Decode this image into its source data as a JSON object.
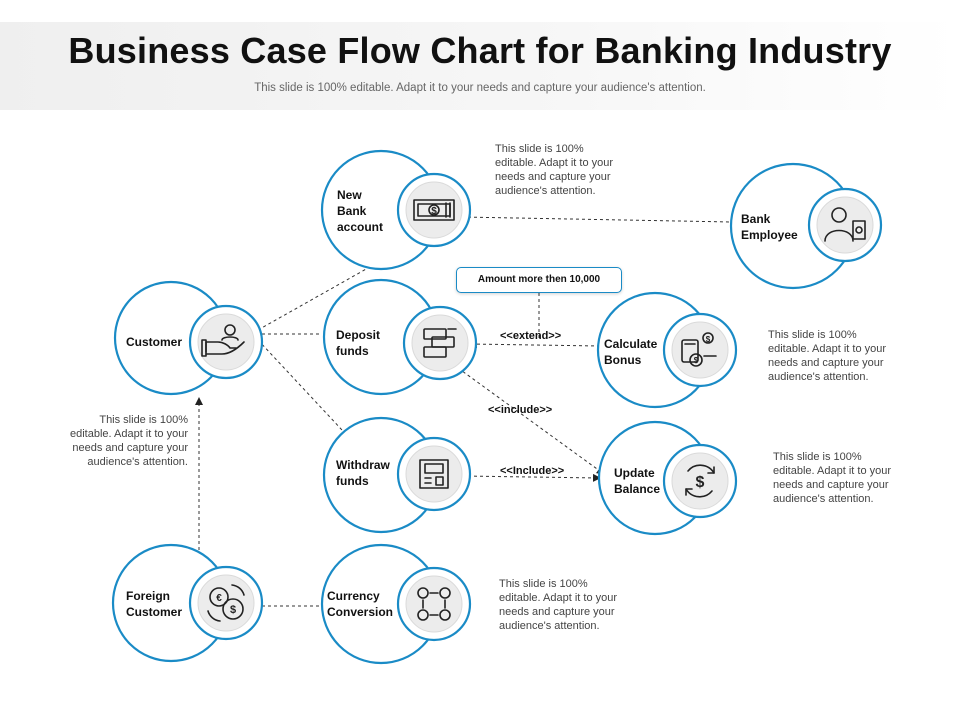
{
  "title": "Business Case Flow Chart for Banking Industry",
  "subtitle": "This slide is 100% editable. Adapt it to your needs and capture your audience's attention.",
  "accent_color": "#1a8bc6",
  "nodes": {
    "customer": {
      "label": "Customer",
      "icon": "hand-receiving-money-icon"
    },
    "foreign_customer": {
      "label": "Foreign\nCustomer",
      "icon": "currency-exchange-coins-icon"
    },
    "new_bank_account": {
      "label": "New\nBank\naccount",
      "icon": "banknote-icon"
    },
    "deposit_funds": {
      "label": "Deposit\nfunds",
      "icon": "deposit-cash-icon"
    },
    "withdraw_funds": {
      "label": "Withdraw\nfunds",
      "icon": "atm-icon"
    },
    "currency_conversion": {
      "label": "Currency\nConversion",
      "icon": "currency-conversion-icon"
    },
    "bank_employee": {
      "label": "Bank\nEmployee",
      "icon": "bank-employee-icon"
    },
    "calculate_bonus": {
      "label": "Calculate\nBonus",
      "icon": "calculator-dollar-icon"
    },
    "update_balance": {
      "label": "Update\nBalance",
      "icon": "dollar-refresh-icon"
    }
  },
  "relations": {
    "extend": "<<extend>>",
    "include_diagonal": "<<include>>",
    "include_horizontal": "<<Include>>"
  },
  "amount_box": "Amount more then 10,000",
  "notes": {
    "top": "This slide is 100%\neditable. Adapt it to your\nneeds and capture your\naudience's attention.",
    "left": "This slide is 100%\neditable. Adapt it to your\nneeds and capture your\naudience's attention.",
    "right_bonus": "This slide is 100%\neditable. Adapt it to your\nneeds and capture your\naudience's attention.",
    "right_balance": "This slide is 100%\neditable. Adapt it to your\nneeds and capture your\naudience's attention.",
    "bottom": "This slide is 100%\neditable. Adapt it to your\nneeds and capture your\naudience's attention."
  }
}
